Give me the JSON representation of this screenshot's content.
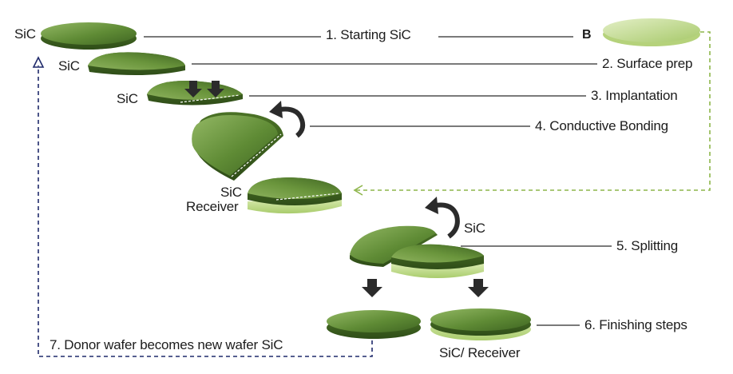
{
  "labels": {
    "sic_1": "SiC",
    "sic_2": "SiC",
    "sic_3": "SiC",
    "sic_receiver_top": "SiC",
    "sic_receiver_bottom": "Receiver",
    "sic_split": "SiC",
    "sic_receiver_final": "SiC/ Receiver",
    "b_marker": "B"
  },
  "steps": {
    "s1": "1. Starting SiC",
    "s2": "2. Surface prep",
    "s3": "3. Implantation",
    "s4": "4. Conductive Bonding",
    "s5": "5. Splitting",
    "s6": "6. Finishing steps",
    "s7": "7. Donor wafer becomes new wafer SiC"
  },
  "colors": {
    "sic_green": "#5e8a34",
    "sic_dark": "#3f6522",
    "receiver_light": "#c7e08a",
    "donor_loop_line": "#1f2a6b",
    "receiver_loop_line": "#8db54a",
    "arrow": "#2b2b2b",
    "leader_line": "#2b2b2b"
  }
}
